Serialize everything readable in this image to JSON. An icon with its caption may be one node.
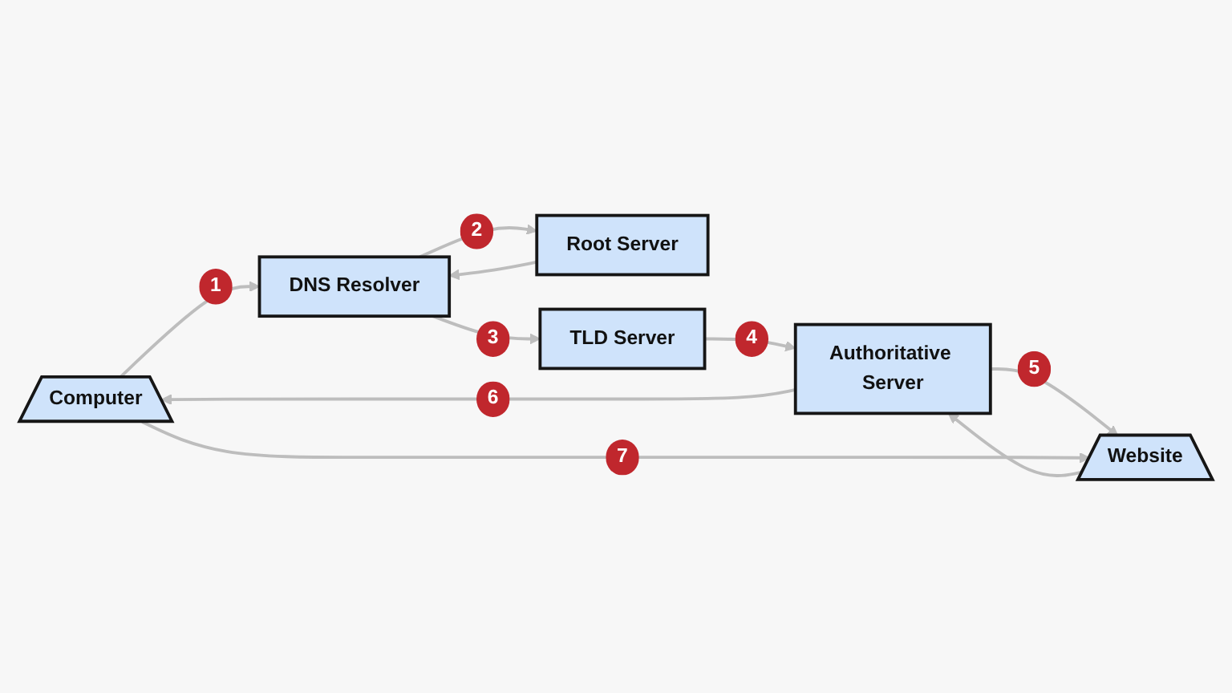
{
  "diagram": {
    "nodes": [
      {
        "text": [
          "Root Server"
        ]
      },
      {
        "text": [
          "Computer"
        ]
      },
      {
        "text": [
          "DNS Resolver"
        ]
      },
      {
        "text": [
          "TLD Server"
        ]
      },
      {
        "text": [
          "Website"
        ]
      },
      {
        "text": [
          "Authoritative Server"
        ]
      }
    ],
    "edges": [
      {
        "from": 1,
        "to": 2,
        "arrow": "to",
        "label": "1"
      },
      {
        "from": 2,
        "to": 0,
        "arrow": "to",
        "label": "2"
      },
      {
        "from": 0,
        "to": 2,
        "arrow": "to"
      },
      {
        "from": 2,
        "to": 3,
        "arrow": "to",
        "label": "3"
      },
      {
        "from": 3,
        "to": 5,
        "arrow": "to",
        "label": "4"
      },
      {
        "from": 5,
        "to": 4,
        "arrow": "to",
        "label": "5"
      },
      {
        "from": 4,
        "to": 5,
        "arrow": "to"
      },
      {
        "from": 5,
        "to": 1,
        "arrow": "to",
        "label": "6"
      },
      {
        "from": 1,
        "to": 4,
        "arrow": "to",
        "label": "7"
      }
    ]
  }
}
